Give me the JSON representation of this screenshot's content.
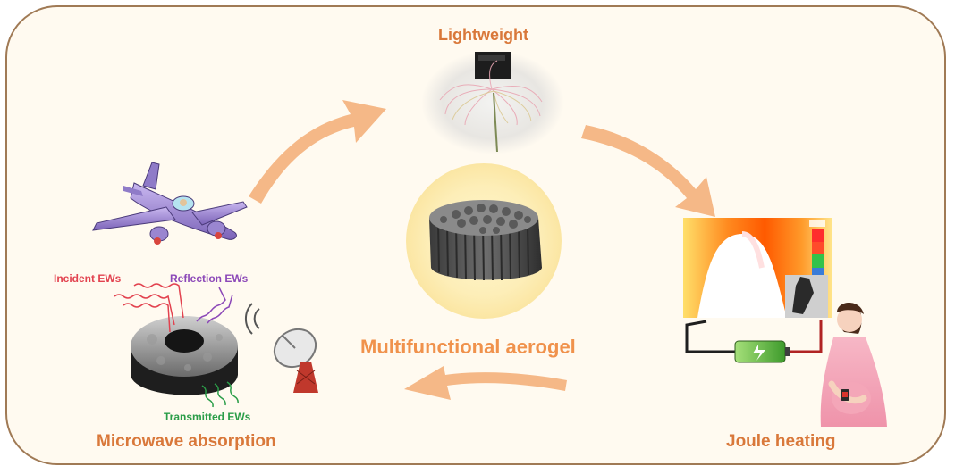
{
  "titles": {
    "lightweight": "Lightweight",
    "center": "Multifunctional aerogel",
    "microwave": "Microwave absorption",
    "joule": "Joule heating"
  },
  "wave_labels": {
    "incident": "Incident EWs",
    "reflection": "Reflection EWs",
    "transmitted": "Transmitted EWs"
  },
  "colors": {
    "frame_border": "#a07a55",
    "background": "#fffaf0",
    "title": "#d9783a",
    "arrow": "#f5b887",
    "incident": "#e2424f",
    "reflection": "#8c48b8",
    "transmitted": "#2a9d48"
  },
  "icons": {
    "top": "flower-aerogel-photo-icon",
    "center": "aerogel-cylinder-icon",
    "left_top": "aircraft-icon",
    "left_bottom": "absorber-ring-icon",
    "radar": "radar-dish-icon",
    "right": "thermal-image-icon",
    "person": "pregnant-woman-icon"
  }
}
